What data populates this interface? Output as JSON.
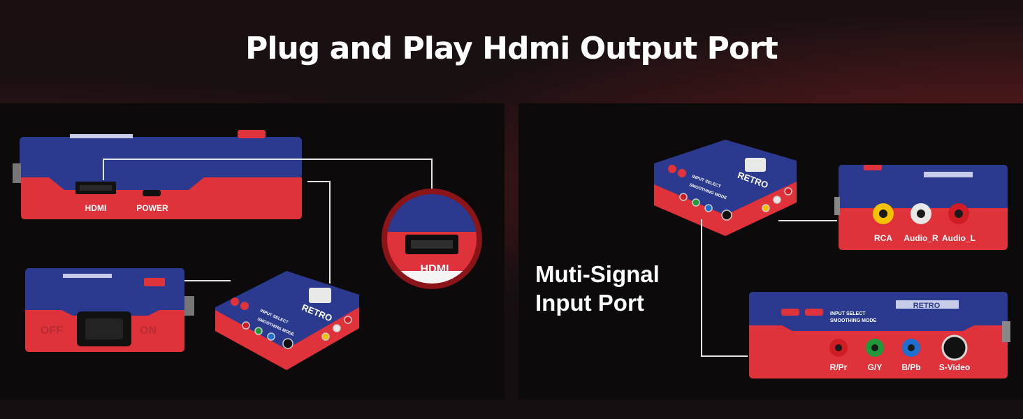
{
  "headline": "Plug and Play Hdmi Output Port",
  "left_panel": {
    "top_device": {
      "port_labels": {
        "hdmi": "HDMI",
        "power": "POWER"
      }
    },
    "switch_device": {
      "switch_labels": {
        "off": "OFF",
        "on": "ON"
      }
    },
    "zoom_circle": {
      "label": "HDMI"
    },
    "small_device": {
      "labels": {
        "input_select": "INPUT SELECT",
        "smoothing_mode": "SMOOTHING MODE",
        "brand": "RETRO"
      }
    }
  },
  "right_panel": {
    "heading_lines": [
      "Muti-Signal",
      "Input Port"
    ],
    "small_device": {
      "labels": {
        "input_select": "INPUT SELECT",
        "smoothing_mode": "SMOOTHING MODE",
        "brand": "RETRO"
      }
    },
    "audio_device": {
      "ports": [
        {
          "label": "RCA",
          "color": "#f2c200"
        },
        {
          "label": "Audio_R",
          "color": "#e8e8e8"
        },
        {
          "label": "Audio_L",
          "color": "#d01c24"
        }
      ]
    },
    "video_device": {
      "labels": {
        "input_select": "INPUT SELECT",
        "smoothing_mode": "SMOOTHING MODE",
        "brand": "RETRO"
      },
      "ports": [
        {
          "label": "R/Pr",
          "color": "#d01c24"
        },
        {
          "label": "G/Y",
          "color": "#1f9a3a"
        },
        {
          "label": "B/Pb",
          "color": "#1d6fd0"
        },
        {
          "label": "S-Video",
          "color": "#111111"
        }
      ]
    }
  },
  "colors": {
    "device_blue": "#2b3a8e",
    "device_red": "#e0323a",
    "accent_dark_red": "#7a1418"
  }
}
